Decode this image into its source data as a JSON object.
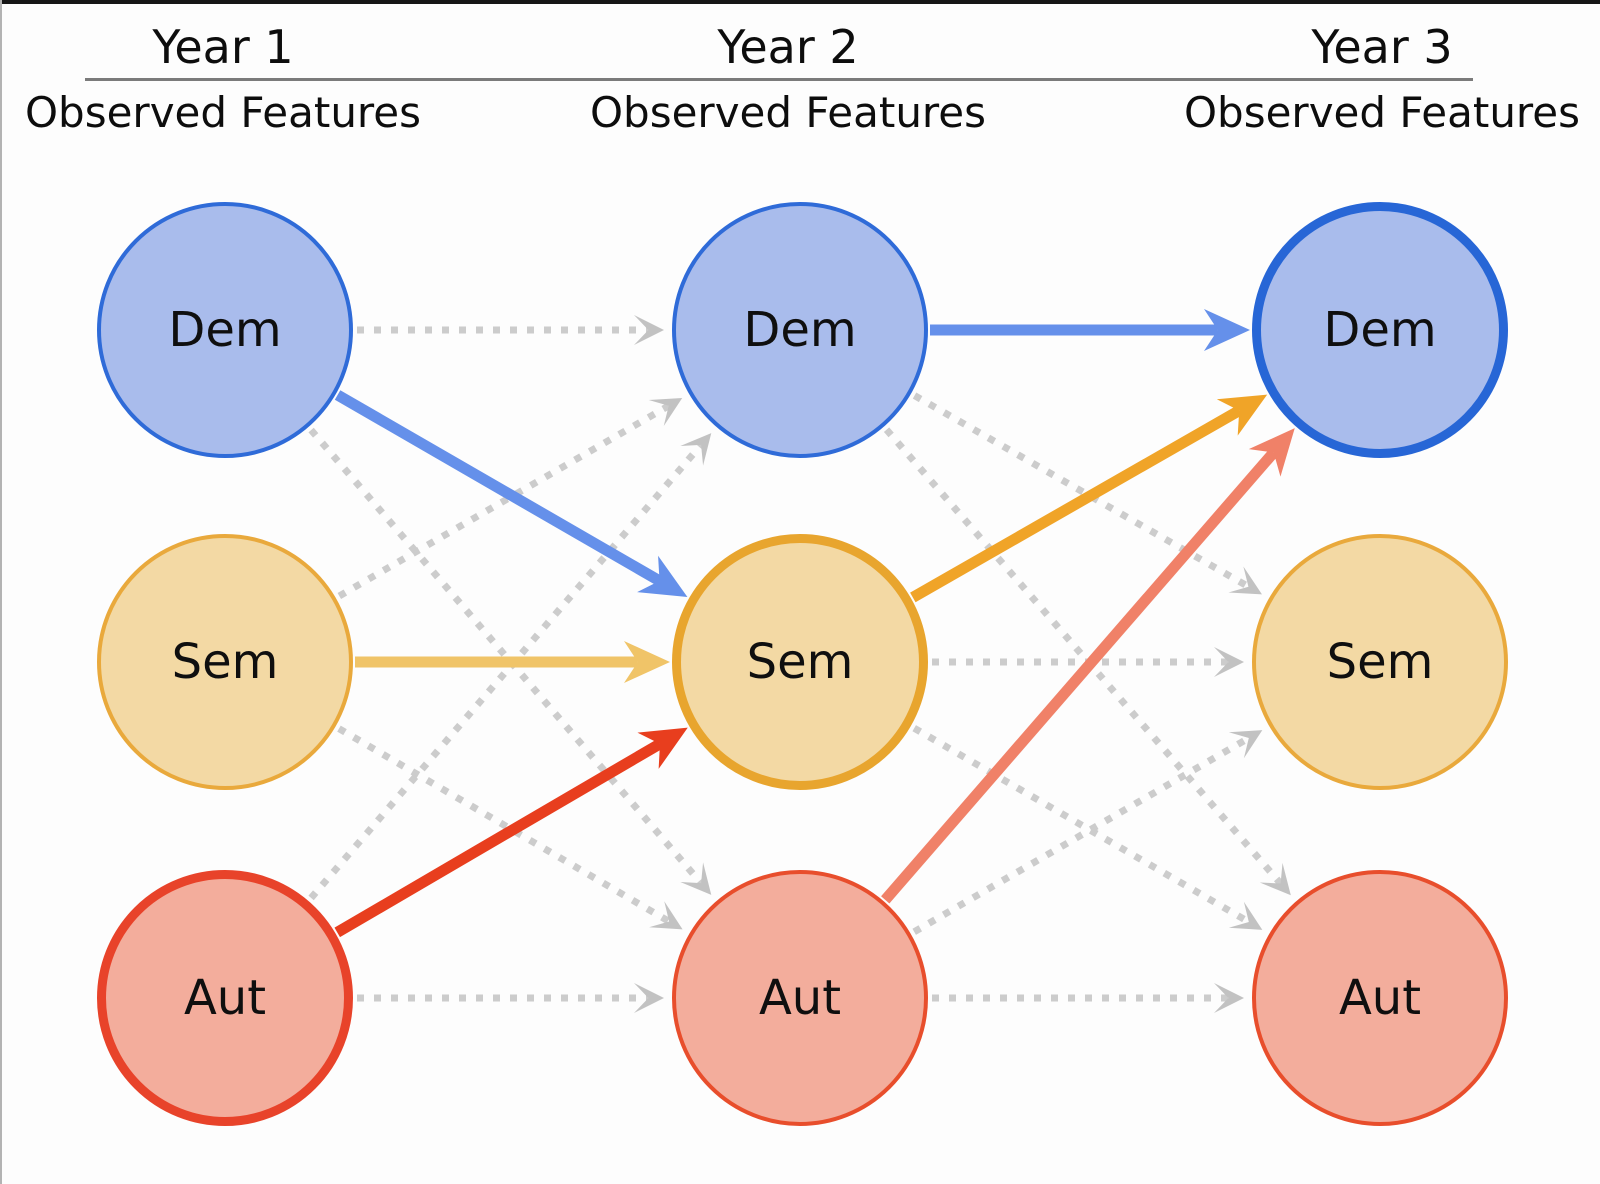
{
  "window": {
    "background": "#fdfdfd",
    "top_edge_color": "#161616",
    "left_edge_color": "#b3b3b3"
  },
  "header": {
    "underline_color": "#7b7b7b",
    "columns": [
      {
        "year_label": "Year 1",
        "subtitle": "Observed Features"
      },
      {
        "year_label": "Year 2",
        "subtitle": "Observed Features"
      },
      {
        "year_label": "Year 3",
        "subtitle": "Observed Features"
      }
    ]
  },
  "diagram": {
    "palette": {
      "dem": {
        "fill": "#a9bcec",
        "border": "#2f6bd8",
        "emphasis_border": "#2766d6"
      },
      "sem": {
        "fill": "#f3d9a4",
        "border": "#e9a93c",
        "emphasis_border": "#e8a52e"
      },
      "aut": {
        "fill": "#f3ad9c",
        "border": "#e84e2c",
        "emphasis_border": "#e8432a"
      }
    },
    "dotted_color": "#cccccc",
    "dotted_head_color": "#c2c2c2",
    "nodes": [
      {
        "id": "y1-dem",
        "year": 1,
        "label": "Dem",
        "variant": "dem",
        "emphasized": false
      },
      {
        "id": "y1-sem",
        "year": 1,
        "label": "Sem",
        "variant": "sem",
        "emphasized": false
      },
      {
        "id": "y1-aut",
        "year": 1,
        "label": "Aut",
        "variant": "aut",
        "emphasized": true
      },
      {
        "id": "y2-dem",
        "year": 2,
        "label": "Dem",
        "variant": "dem",
        "emphasized": false
      },
      {
        "id": "y2-sem",
        "year": 2,
        "label": "Sem",
        "variant": "sem",
        "emphasized": true
      },
      {
        "id": "y2-aut",
        "year": 2,
        "label": "Aut",
        "variant": "aut",
        "emphasized": false
      },
      {
        "id": "y3-dem",
        "year": 3,
        "label": "Dem",
        "variant": "dem",
        "emphasized": true
      },
      {
        "id": "y3-sem",
        "year": 3,
        "label": "Sem",
        "variant": "sem",
        "emphasized": false
      },
      {
        "id": "y3-aut",
        "year": 3,
        "label": "Aut",
        "variant": "aut",
        "emphasized": false
      }
    ],
    "edges": [
      {
        "from": "y1-dem",
        "to": "y2-dem",
        "style": "dotted"
      },
      {
        "from": "y1-sem",
        "to": "y2-dem",
        "style": "dotted"
      },
      {
        "from": "y1-aut",
        "to": "y2-dem",
        "style": "dotted"
      },
      {
        "from": "y1-dem",
        "to": "y2-aut",
        "style": "dotted"
      },
      {
        "from": "y1-sem",
        "to": "y2-aut",
        "style": "dotted"
      },
      {
        "from": "y1-aut",
        "to": "y2-aut",
        "style": "dotted"
      },
      {
        "from": "y2-dem",
        "to": "y3-sem",
        "style": "dotted"
      },
      {
        "from": "y2-dem",
        "to": "y3-aut",
        "style": "dotted"
      },
      {
        "from": "y2-sem",
        "to": "y3-sem",
        "style": "dotted"
      },
      {
        "from": "y2-sem",
        "to": "y3-aut",
        "style": "dotted"
      },
      {
        "from": "y2-aut",
        "to": "y3-sem",
        "style": "dotted"
      },
      {
        "from": "y2-aut",
        "to": "y3-aut",
        "style": "dotted"
      },
      {
        "from": "y1-dem",
        "to": "y2-sem",
        "style": "solid",
        "color": "#6590ea"
      },
      {
        "from": "y1-sem",
        "to": "y2-sem",
        "style": "solid",
        "color": "#f0c468"
      },
      {
        "from": "y1-aut",
        "to": "y2-sem",
        "style": "solid",
        "color": "#e83e1e"
      },
      {
        "from": "y2-dem",
        "to": "y3-dem",
        "style": "solid",
        "color": "#6590ea"
      },
      {
        "from": "y2-sem",
        "to": "y3-dem",
        "style": "solid",
        "color": "#f0a428"
      },
      {
        "from": "y2-aut",
        "to": "y3-dem",
        "style": "solid",
        "color": "#f08168"
      }
    ]
  }
}
